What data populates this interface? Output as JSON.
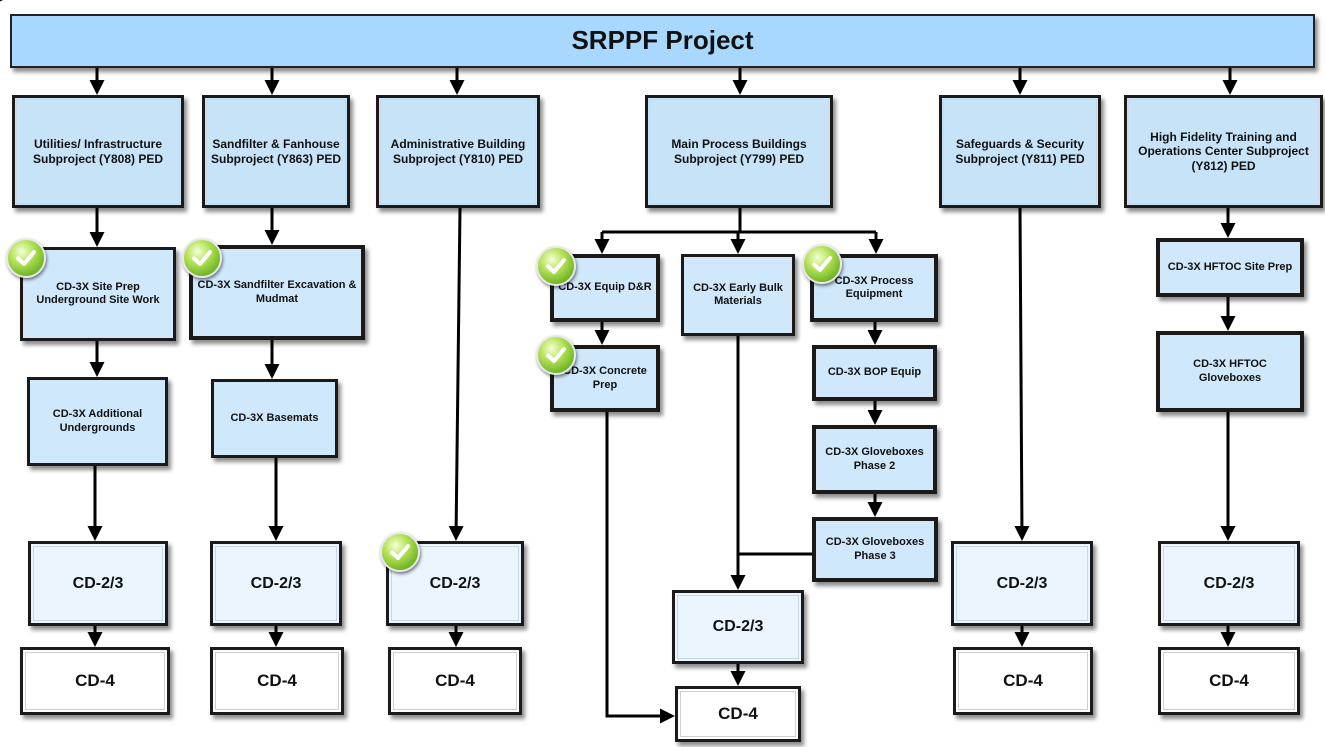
{
  "title": "SRPPF Project",
  "subprojects": {
    "utilities": "Utilities/ Infrastructure Subproject (Y808) PED",
    "sandfilter": "Sandfilter & Fanhouse Subproject (Y863) PED",
    "admin": "Administrative Building Subproject (Y810) PED",
    "main": "Main Process Buildings Subproject (Y799) PED",
    "safeguards": "Safeguards & Security Subproject (Y811) PED",
    "hftoc": "High Fidelity Training and Operations Center Subproject (Y812) PED"
  },
  "cd3": {
    "site_prep": "CD-3X Site Prep Underground Site Work",
    "additional": "CD-3X Additional Undergrounds",
    "sand_exc": "CD-3X Sandfilter Excavation & Mudmat",
    "basemats": "CD-3X Basemats",
    "equip_dr": "CD-3X Equip D&R",
    "concrete": "CD-3X Concrete Prep",
    "early_bulk": "CD-3X Early Bulk Materials",
    "process_equip": "CD-3X Process Equipment",
    "bop": "CD-3X BOP Equip",
    "glove2": "CD-3X Gloveboxes Phase 2",
    "glove3": "CD-3X Gloveboxes Phase 3",
    "hftoc_site": "CD-3X HFTOC Site Prep",
    "hftoc_glove": "CD-3X HFTOC Gloveboxes"
  },
  "cd23_label": "CD-2/3",
  "cd4_label": "CD-4",
  "icons": {
    "check": "checkmark-icon"
  },
  "colors": {
    "title_fill": "#a9d8ff",
    "subproject_fill": "#c6e3f8",
    "cd3_fill": "#cfe8fb",
    "cd23_fill": "#eaf5fe",
    "check_green": "#7cc22c"
  }
}
